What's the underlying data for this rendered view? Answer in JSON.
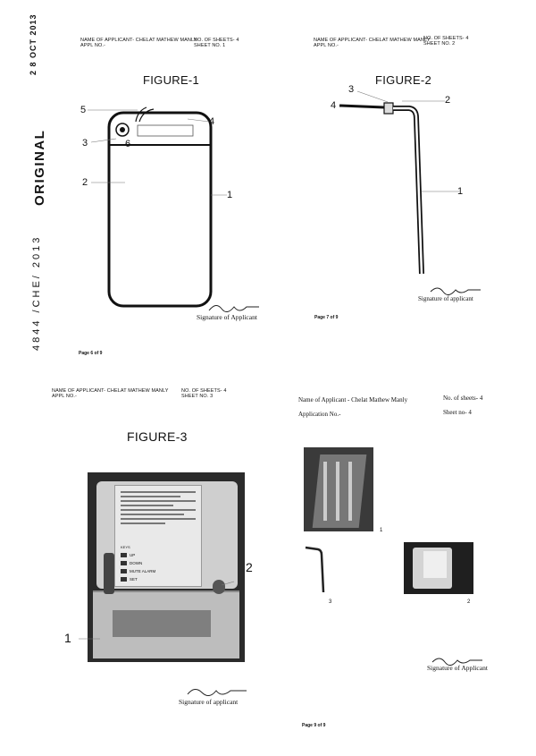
{
  "stamps": {
    "date": "2 8 OCT 2013",
    "original": "ORIGINAL",
    "application_number": "4844 /CHE/ 2013"
  },
  "sheet1": {
    "applicant_line": "NAME OF APPLICANT- CHELAT MATHEW MANLY",
    "appl_no": "APPL NO.-",
    "sheets": "NO. OF SHEETS- 4",
    "sheet_no": "SHEET NO. 1",
    "figure_title": "FIGURE-1",
    "labels": [
      "5",
      "4",
      "3",
      "6",
      "2",
      "1"
    ],
    "signature_caption": "Signature of Applicant",
    "page": "Page 6 of 9"
  },
  "sheet2": {
    "applicant_line": "NAME OF APPLICANT- CHELAT MATHEW MANLY",
    "appl_no": "APPL NO.-",
    "sheets": "NO. OF SHEETS- 4",
    "sheet_no": "SHEET NO. 2",
    "figure_title": "FIGURE-2",
    "labels": [
      "3",
      "2",
      "4",
      "1"
    ],
    "signature_caption": "Signature of applicant",
    "page": "Page 7 of 9"
  },
  "sheet3": {
    "applicant_line": "NAME OF APPLICANT- CHELAT MATHEW MANLY",
    "appl_no": "APPL NO.-",
    "sheets": "NO. OF SHEETS- 4",
    "sheet_no": "SHEET NO. 3",
    "figure_title": "FIGURE-3",
    "labels": [
      "2",
      "1"
    ],
    "device_buttons": [
      "UP",
      "DOWN",
      "MUTE ALARM",
      "SET"
    ],
    "device_keys_heading": "KEYS",
    "signature_caption": "Signature of applicant"
  },
  "sheet4": {
    "applicant_line": "Name of Applicant - Chelat Mathew Manly",
    "application_no": "Application No.-",
    "sheets": "No. of sheets- 4",
    "sheet_no": "Sheet no- 4",
    "photo_labels": [
      "1",
      "3",
      "2"
    ],
    "signature_caption": "Signature of Applicant",
    "page": "Page 9 of 9"
  },
  "colors": {
    "ink": "#111111",
    "photo_dark": "#2a2a2a",
    "photo_light": "#dcdcdc"
  }
}
